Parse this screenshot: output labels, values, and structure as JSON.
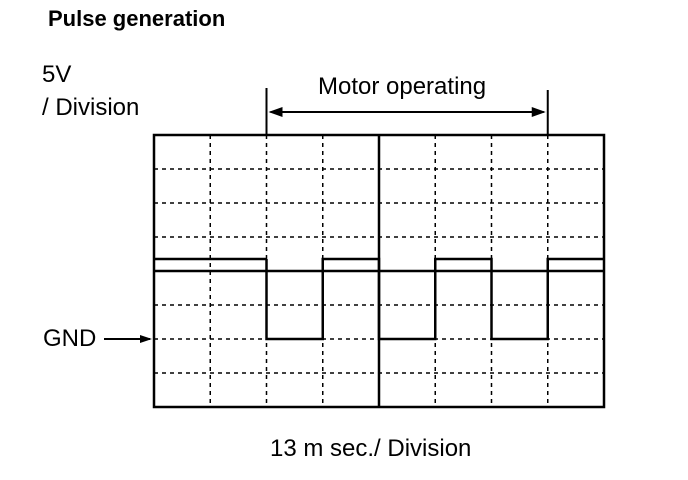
{
  "title": "Pulse generation",
  "vertical_scale": {
    "line1": "5V",
    "line2": "/ Division"
  },
  "annotation": {
    "motor_operating": "Motor operating"
  },
  "reference": {
    "gnd": "GND"
  },
  "horizontal_scale": "13 m sec./ Division",
  "scope": {
    "columns": 8,
    "rows": 8,
    "gnd_row": 6,
    "motor_start_div": 2,
    "motor_end_div": 7,
    "trace_low_level_div": 0,
    "trace_high_level_div": 2,
    "trace_transitions_div": [
      2,
      3,
      5,
      6,
      7
    ]
  },
  "colors": {
    "ink": "#000000",
    "background": "#ffffff"
  }
}
